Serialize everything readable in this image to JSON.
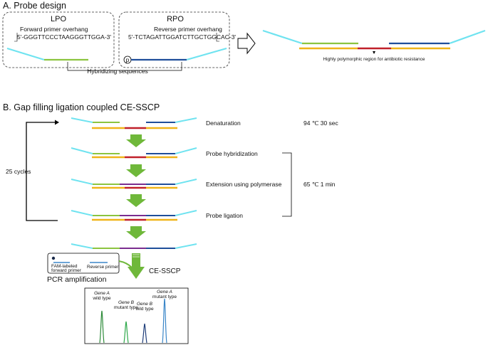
{
  "section_a": {
    "title": "A. Probe design",
    "lpo": {
      "title": "LPO",
      "overhang_label": "Forward primer overhang",
      "sequence": "5'-GGGTTCCCTAAGGGTTGGA-3'"
    },
    "rpo": {
      "title": "RPO",
      "overhang_label": "Reverse primer overhang",
      "sequence": "5'-TCTAGATTGGATCTTGCTGGCAC-3'",
      "phosphate": "p"
    },
    "hybridizing_label": "Hybridizing sequences",
    "polymorphic_label": "Highly polymorphic region for antibiotic resistance"
  },
  "section_b": {
    "title": "B. Gap filling ligation coupled CE-SSCP",
    "cycles_label": "25 cycles",
    "steps": [
      {
        "label": "Denaturation",
        "condition": "94 ℃ 30 sec"
      },
      {
        "label": "Probe hybridization"
      },
      {
        "label": "Extension using polymerase",
        "condition": "65 ℃ 1 min"
      },
      {
        "label": "Probe ligation"
      }
    ],
    "primer_legend": {
      "fam_label_line1": "FAM-labeled",
      "fam_label_line2": "forward primer",
      "reverse_label": "Reverse primer"
    },
    "pcr_label": "PCR amplification",
    "ce_label": "CE-SSCP",
    "peaks": [
      {
        "gene": "Gene A",
        "type": "wild type",
        "color": "#2e8b3a"
      },
      {
        "gene": "Gene B",
        "type": "mutant type",
        "color": "#2ea84a"
      },
      {
        "gene": "Gene B",
        "type": "wild type",
        "color": "#1f3e7a"
      },
      {
        "gene": "Gene A",
        "type": "mutant type",
        "color": "#3a86c8"
      }
    ]
  },
  "colors": {
    "overhang": "#6fe3f0",
    "lpo_hyb": "#8cc43f",
    "rpo_hyb": "#1f4e9a",
    "template": "#f0b419",
    "polymorphic": "#c0202a",
    "extension": "#7a2d8f",
    "arrow": "#6fb83a"
  }
}
